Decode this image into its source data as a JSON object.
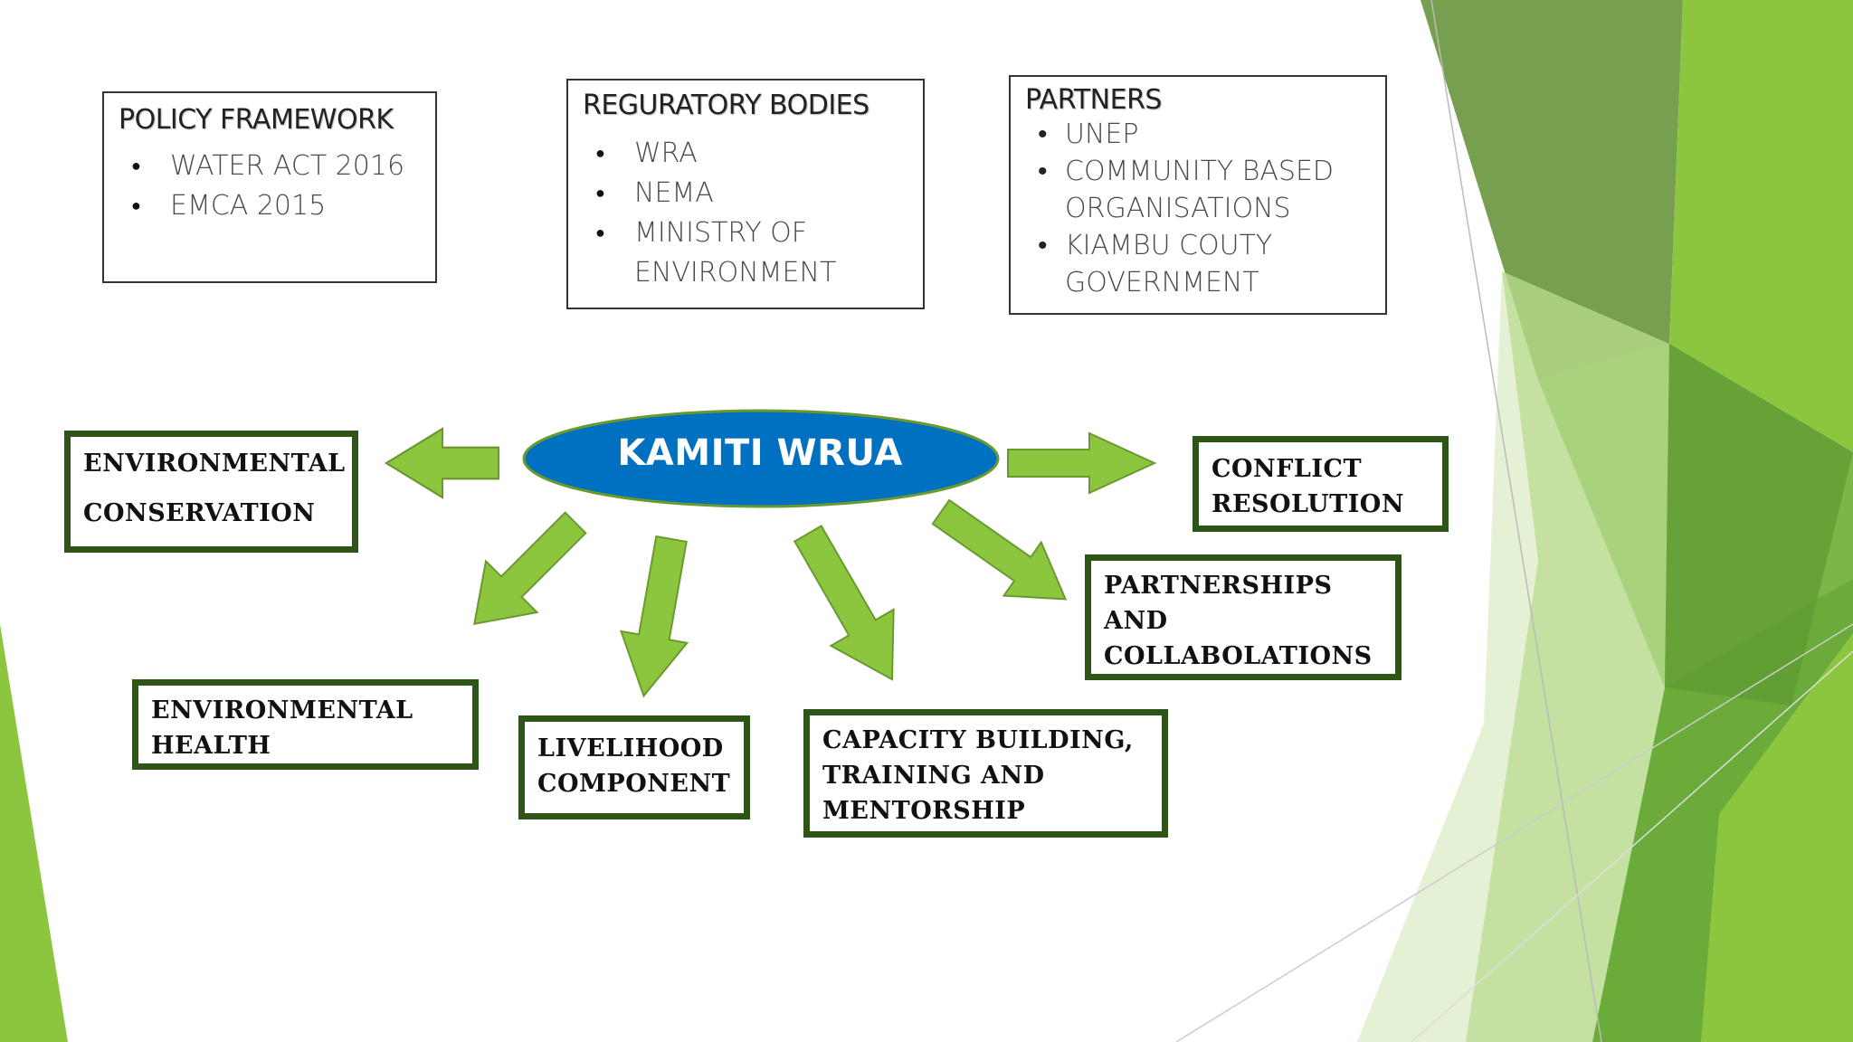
{
  "policy_framework": {
    "title": "POLICY FRAMEWORK",
    "items": [
      "WATER ACT 2016",
      "EMCA 2015"
    ]
  },
  "regulatory_bodies": {
    "title": "REGURATORY BODIES",
    "items": [
      "WRA",
      "NEMA",
      "MINISTRY OF",
      "ENVIRONMENT"
    ]
  },
  "partners": {
    "title": "PARTNERS",
    "lines": [
      "UNEP",
      "COMMUNITY BASED",
      "ORGANISATIONS",
      "KIAMBU COUTY",
      "GOVERNMENT"
    ]
  },
  "center": {
    "label": "KAMITI WRUA",
    "fill": "#0070c0"
  },
  "functions": {
    "environmental_conservation": [
      "ENVIRONMENTAL",
      "CONSERVATION"
    ],
    "conflict_resolution": [
      "CONFLICT",
      "RESOLUTION"
    ],
    "partnerships": [
      "PARTNERSHIPS",
      "AND",
      "COLLABOLATIONS"
    ],
    "environmental_health": [
      "ENVIRONMENTAL",
      "HEALTH"
    ],
    "livelihood": [
      "LIVELIHOOD",
      "COMPONENT"
    ],
    "capacity_building": [
      "CAPACITY BUILDING,",
      "TRAINING AND",
      "MENTORSHIP"
    ]
  },
  "colors": {
    "arrow": "#8cc63f",
    "arrow_outline": "#6a9a2e",
    "box_border": "#2e5417",
    "accent_green": "#7ab648"
  }
}
